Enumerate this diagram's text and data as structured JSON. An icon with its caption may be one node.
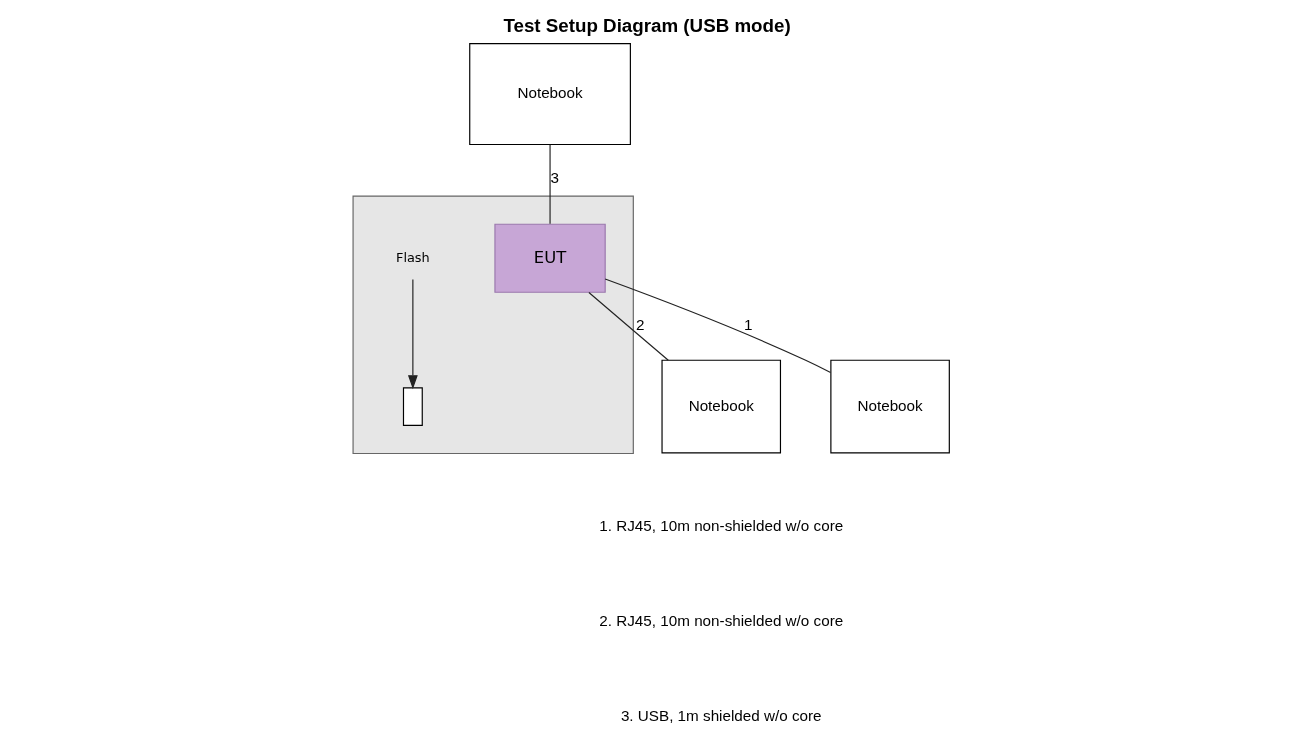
{
  "diagram": {
    "title": "Test Setup Diagram (USB mode)",
    "nodes": [
      {
        "text": [],
        "shape": "box"
      },
      {
        "text": [
          "EUT"
        ],
        "in": 0
      },
      {
        "text": [],
        "shape": "box",
        "in": 0
      },
      {
        "text": [
          "Notebook"
        ]
      },
      {
        "text": [
          "Flash"
        ],
        "in": 0
      },
      {
        "text": [
          "Notebook"
        ]
      },
      {
        "text": [
          "Notebook"
        ]
      }
    ],
    "edges": [
      {
        "from": 3,
        "to": 1,
        "arrow": "none",
        "label": "3"
      },
      {
        "from": 4,
        "to": 2,
        "arrow": "to"
      },
      {
        "from": 1,
        "to": 5,
        "arrow": "none",
        "label": "2"
      },
      {
        "from": 1,
        "to": 6,
        "arrow": "none",
        "label": "1"
      }
    ],
    "labels": [
      "1. RJ45, 10m non-shielded w/o core",
      "2. RJ45, 10m non-shielded w/o core",
      "3. USB, 1m shielded w/o core"
    ]
  }
}
